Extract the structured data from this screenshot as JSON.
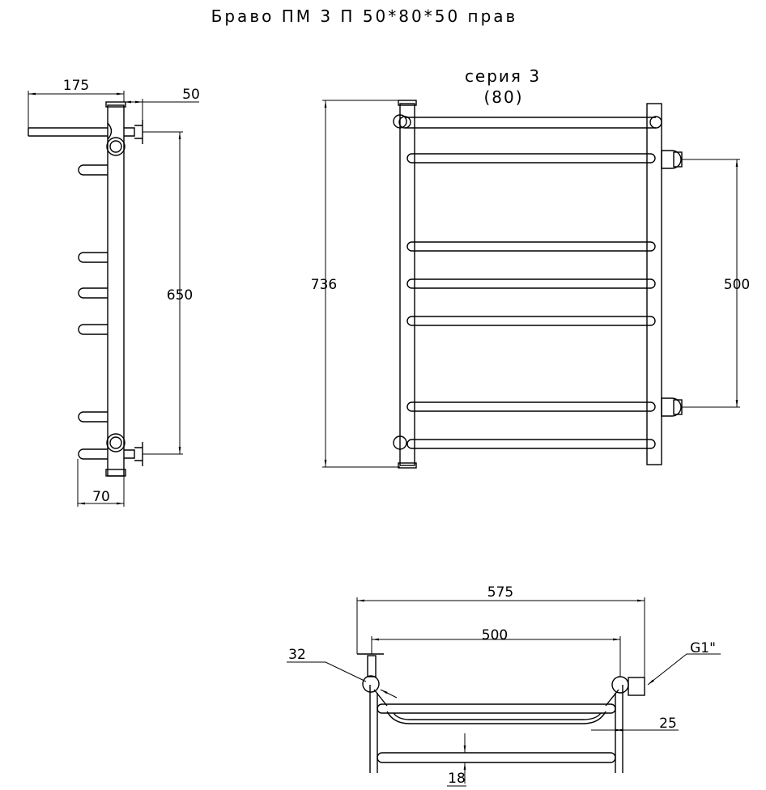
{
  "title": "Браво ПМ 3 П 50*80*50 прав",
  "series_label": "серия 3",
  "series_sub": "(80)",
  "side_view": {
    "dim_depth": "175",
    "dim_offset": "50",
    "dim_height": "650",
    "dim_bottom": "70"
  },
  "front_view": {
    "dim_height": "736",
    "dim_center": "500"
  },
  "top_view": {
    "dim_width": "575",
    "dim_center": "500",
    "dim_pipe": "32",
    "dim_thread": "G1\"",
    "dim_gap": "25",
    "dim_rung": "18"
  }
}
